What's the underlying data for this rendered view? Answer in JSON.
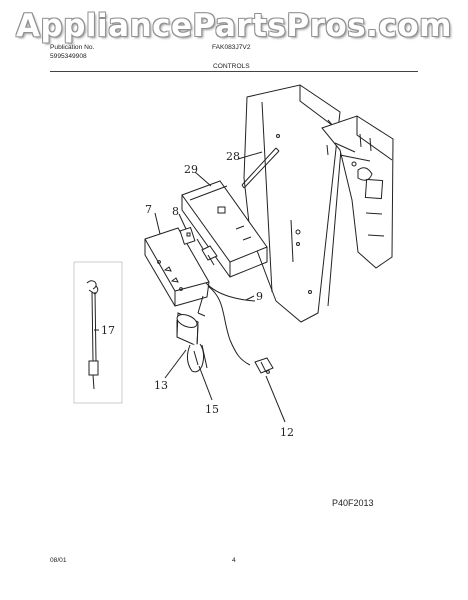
{
  "watermark": "AppliancePartsPros.com",
  "header": {
    "publication_label": "Publication No.",
    "publication_number": "5995349908",
    "model": "FAK083J7V2",
    "section": "CONTROLS"
  },
  "callouts": [
    "28",
    "29",
    "7",
    "8",
    "9",
    "17",
    "13",
    "15",
    "12"
  ],
  "figure_code": "P40F2013",
  "footer": {
    "date": "08/01",
    "page": "4"
  }
}
